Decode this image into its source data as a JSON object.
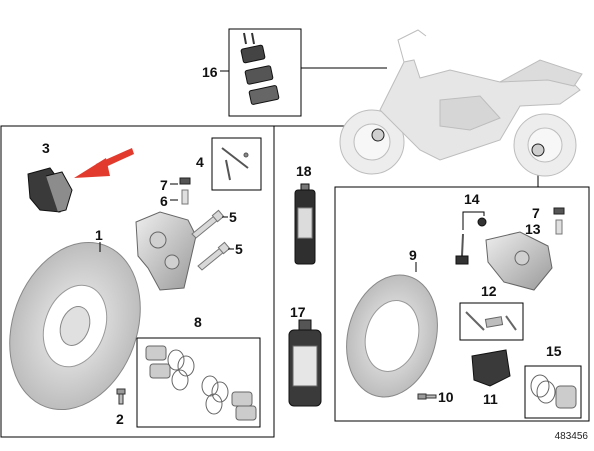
{
  "callouts": {
    "c1": "1",
    "c2": "2",
    "c3": "3",
    "c4": "4",
    "c5a": "5",
    "c5b": "5",
    "c6": "6",
    "c7a": "7",
    "c7b": "7",
    "c8": "8",
    "c9": "9",
    "c10": "10",
    "c11": "11",
    "c12": "12",
    "c13": "13",
    "c14": "14",
    "c15": "15",
    "c16": "16",
    "c17": "17",
    "c18": "18"
  },
  "diagram_code": "483456",
  "colors": {
    "arrow": "#e23b2e",
    "line": "#000000",
    "part": "#b8b8b8",
    "dark": "#222222"
  }
}
